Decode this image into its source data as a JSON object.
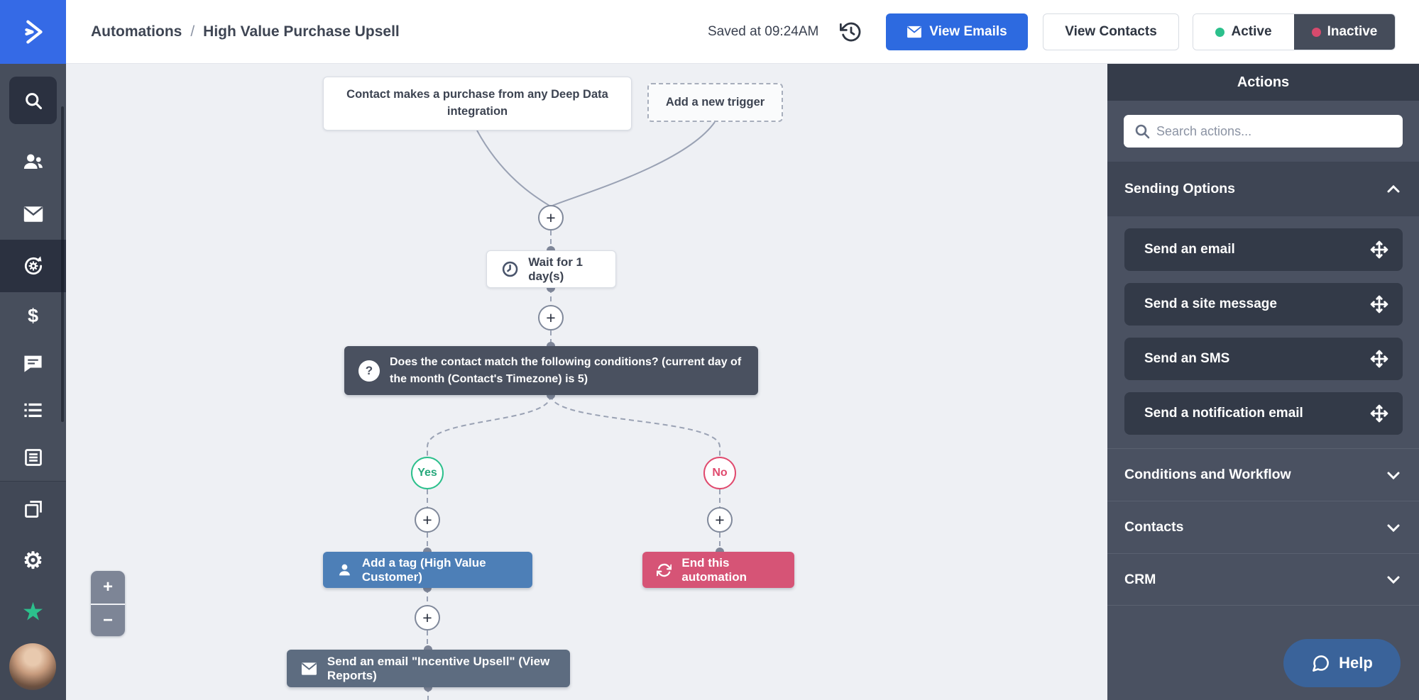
{
  "header": {
    "breadcrumb": {
      "section": "Automations",
      "separator": "/",
      "title": "High Value Purchase Upsell"
    },
    "saved_text": "Saved at 09:24AM",
    "view_emails_label": "View Emails",
    "view_contacts_label": "View Contacts",
    "toggle": {
      "active_label": "Active",
      "inactive_label": "Inactive",
      "selected": "Inactive"
    }
  },
  "sidebar": {
    "icons": [
      "search",
      "contacts",
      "campaigns-email",
      "automations",
      "deals",
      "conversations",
      "lists",
      "reports",
      "sites",
      "settings",
      "upgrade-star",
      "avatar"
    ],
    "active_item": "automations",
    "deals_glyph": "$",
    "settings_glyph": "⚙",
    "star_glyph": "★"
  },
  "canvas": {
    "trigger_node": "Contact makes a purchase from any Deep Data integration",
    "add_trigger_node": "Add a new trigger",
    "wait_node": "Wait for 1 day(s)",
    "condition_node": "Does the contact match the following conditions? (current day of the month (Contact's Timezone) is 5)",
    "condition_icon_glyph": "?",
    "yes_label": "Yes",
    "no_label": "No",
    "tag_node": "Add a tag (High Value Customer)",
    "end_node": "End this automation",
    "email_node": "Send an email \"Incentive Upsell\" (View Reports)",
    "plus_label": "+",
    "zoom_in_label": "+",
    "zoom_out_label": "−"
  },
  "actions_panel": {
    "title": "Actions",
    "search_placeholder": "Search actions...",
    "sections": [
      {
        "label": "Sending Options",
        "expanded": true,
        "items": [
          {
            "label": "Send an email"
          },
          {
            "label": "Send a site message"
          },
          {
            "label": "Send an SMS"
          },
          {
            "label": "Send a notification email"
          }
        ]
      },
      {
        "label": "Conditions and Workflow",
        "expanded": false
      },
      {
        "label": "Contacts",
        "expanded": false
      },
      {
        "label": "CRM",
        "expanded": false
      }
    ]
  },
  "help_button": {
    "label": "Help"
  },
  "colors": {
    "brand_blue": "#356ae6",
    "primary_button_blue": "#2d6ae0",
    "sidebar_bg": "#474e5c",
    "sidebar_active_bg": "#2b3140",
    "canvas_bg": "#eef0f4",
    "panel_bg": "#4a5161",
    "panel_header_bg": "#353c4a",
    "panel_item_bg": "#333a48",
    "condition_bg": "#4a5160",
    "tag_node_bg": "#4d7fb7",
    "end_node_bg": "#d65476",
    "email_node_bg": "#5d6c80",
    "yes_green": "#2cc08c",
    "no_red": "#e04a6e",
    "connector_gray": "#9aa2b4",
    "help_bg": "#3a639a"
  }
}
